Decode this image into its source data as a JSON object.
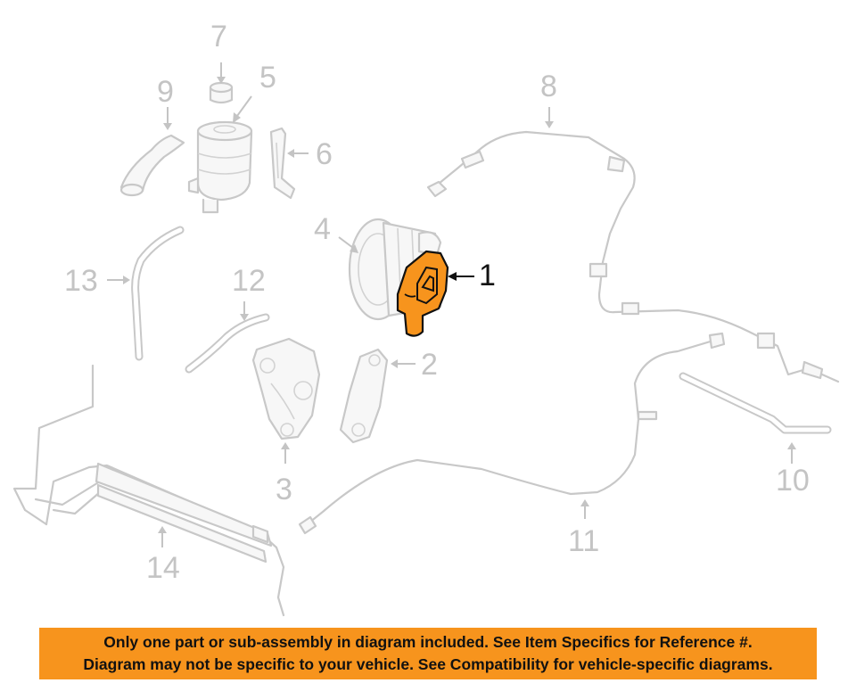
{
  "callouts": [
    {
      "id": "1",
      "label": "1",
      "highlighted": true
    },
    {
      "id": "2",
      "label": "2",
      "highlighted": false
    },
    {
      "id": "3",
      "label": "3",
      "highlighted": false
    },
    {
      "id": "4",
      "label": "4",
      "highlighted": false
    },
    {
      "id": "5",
      "label": "5",
      "highlighted": false
    },
    {
      "id": "6",
      "label": "6",
      "highlighted": false
    },
    {
      "id": "7",
      "label": "7",
      "highlighted": false
    },
    {
      "id": "8",
      "label": "8",
      "highlighted": false
    },
    {
      "id": "9",
      "label": "9",
      "highlighted": false
    },
    {
      "id": "10",
      "label": "10",
      "highlighted": false
    },
    {
      "id": "11",
      "label": "11",
      "highlighted": false
    },
    {
      "id": "12",
      "label": "12",
      "highlighted": false
    },
    {
      "id": "13",
      "label": "13",
      "highlighted": false
    },
    {
      "id": "14",
      "label": "14",
      "highlighted": false
    }
  ],
  "notice": {
    "line1": "Only one part or sub-assembly in diagram included. See Item Specifics for Reference #.",
    "line2": "Diagram may not be specific to your vehicle. See Compatibility for vehicle-specific diagrams."
  },
  "colors": {
    "highlight": "#f7941d",
    "line_art": "#c8c8c8",
    "callout_active": "#111111"
  }
}
